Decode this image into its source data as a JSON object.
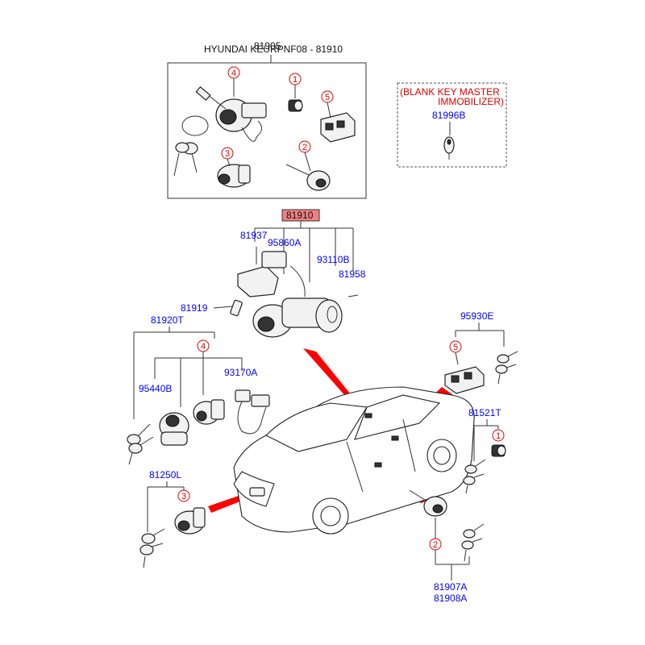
{
  "header": {
    "title": "HYUNDAI KEURPNF08 - 81910",
    "overlap_code": "81905"
  },
  "immobilizer_box": {
    "title_line1": "(BLANK KEY MASTER",
    "title_line2": "IMMOBILIZER)",
    "part": "81996B"
  },
  "main_assembly": "81910",
  "part_labels": {
    "p81937": "81937",
    "p95860A": "95860A",
    "p93110B": "93110B",
    "p81958": "81958",
    "p81919": "81919",
    "p81920T": "81920T",
    "p95440B": "95440B",
    "p93170A": "93170A",
    "p95930E": "95930E",
    "p81521T": "81521T",
    "p81250L": "81250L",
    "p81907A": "81907A",
    "p81908A": "81908A"
  },
  "callouts": {
    "c1_top": "1",
    "c2_top": "2",
    "c3_top": "3",
    "c4_top": "4",
    "c5_top": "5",
    "c4_left": "4",
    "c5_right": "5",
    "c1_right": "1",
    "c3_bottom": "3",
    "c2_bottom": "2"
  },
  "colors": {
    "label_blue": "#0000ff",
    "callout_red": "#e00000",
    "highlight": "#f08080"
  }
}
